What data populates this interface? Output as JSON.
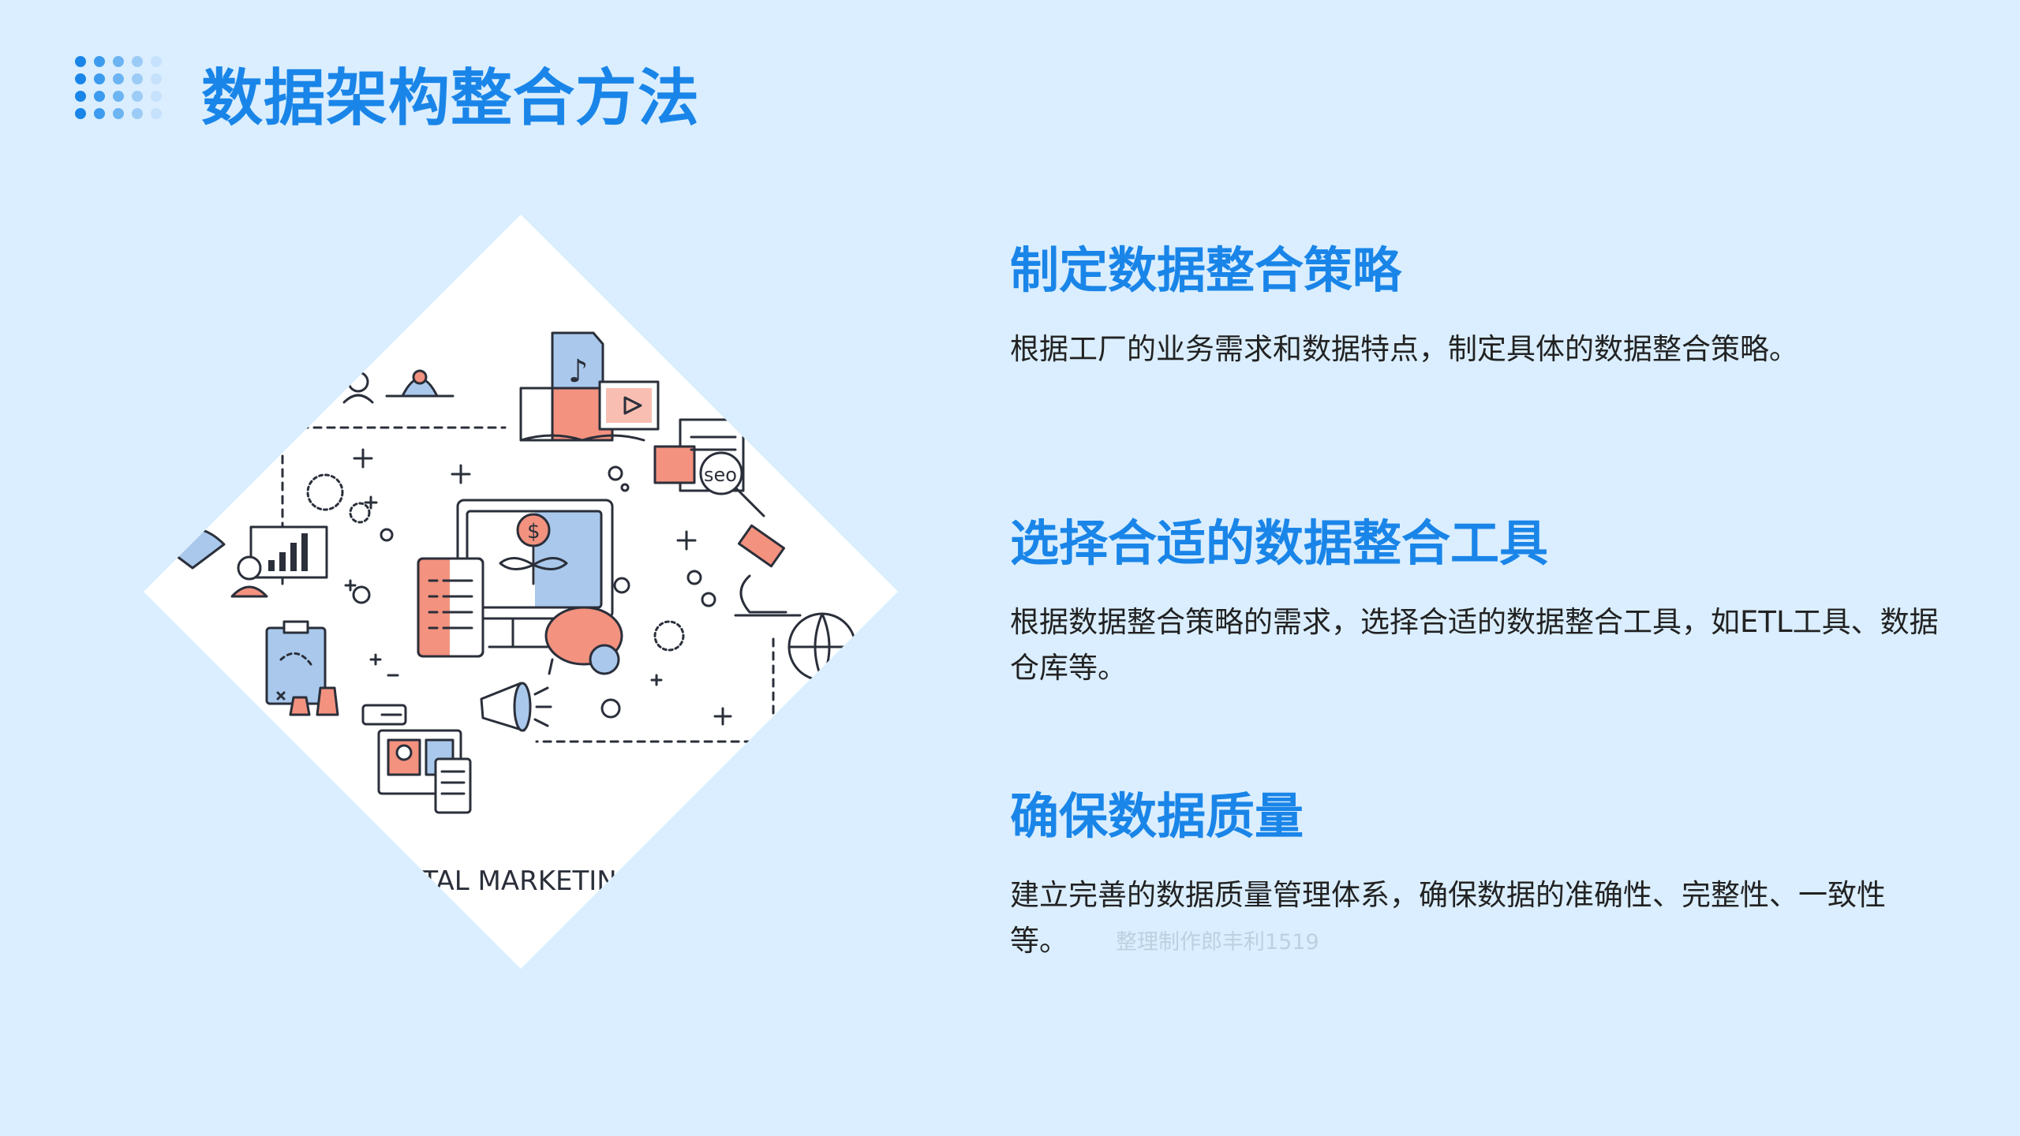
{
  "title": "数据架构整合方法",
  "colors": {
    "accent": "#1a85e8",
    "background": "#daeeff",
    "illustration_salmon": "#f3927f",
    "illustration_blue": "#a9c8ec"
  },
  "illustration": {
    "caption": "GITAL MARKETIN"
  },
  "sections": [
    {
      "title": "制定数据整合策略",
      "body": "根据工厂的业务需求和数据特点，制定具体的数据整合策略。"
    },
    {
      "title": "选择合适的数据整合工具",
      "body": "根据数据整合策略的需求，选择合适的数据整合工具，如ETL工具、数据仓库等。"
    },
    {
      "title": "确保数据质量",
      "body": "建立完善的数据质量管理体系，确保数据的准确性、完整性、一致性等。"
    }
  ],
  "watermark": "整理制作郎丰利1519"
}
